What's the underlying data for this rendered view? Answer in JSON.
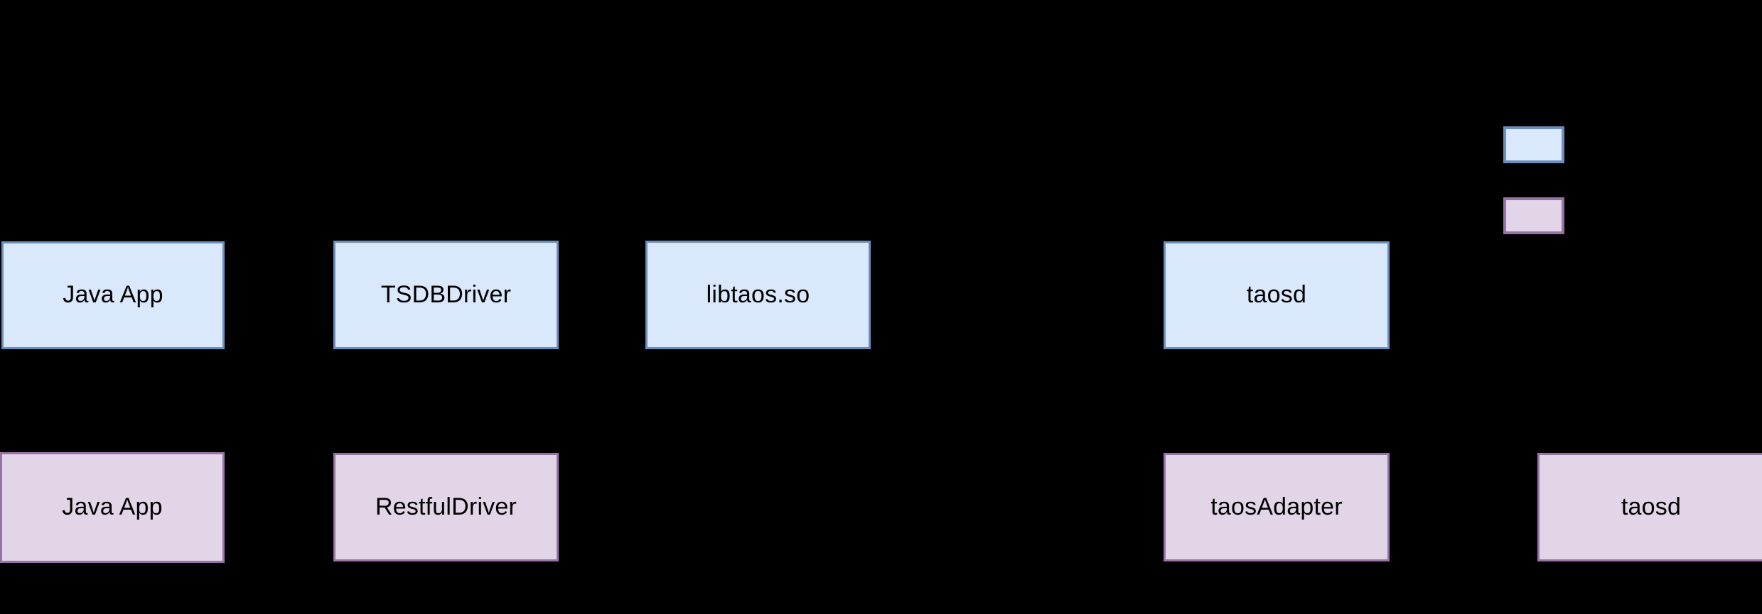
{
  "diagram": {
    "background_color": "#000000",
    "palette": {
      "blue_fill": "#dae8fc",
      "blue_border": "#6c8ebf",
      "pink_fill": "#e1d5e7",
      "pink_border": "#9673a6",
      "text_color": "#000000",
      "connector_color": "#000000"
    },
    "rows": [
      {
        "name": "native-connection-row",
        "style": "blue",
        "nodes": [
          {
            "id": "java-app-native",
            "label": "Java App"
          },
          {
            "id": "tsdb-driver",
            "label": "TSDBDriver"
          },
          {
            "id": "libtaos-so",
            "label": "libtaos.so"
          },
          {
            "id": "taosd-native",
            "label": "taosd"
          }
        ]
      },
      {
        "name": "rest-connection-row",
        "style": "pink",
        "nodes": [
          {
            "id": "java-app-rest",
            "label": "Java App"
          },
          {
            "id": "restful-driver",
            "label": "RestfulDriver"
          },
          {
            "id": "taos-adapter",
            "label": "taosAdapter"
          },
          {
            "id": "taosd-rest",
            "label": "taosd"
          }
        ]
      }
    ],
    "legend": {
      "name": "color-legend",
      "items": [
        {
          "id": "legend-blue",
          "style": "blue",
          "label": ""
        },
        {
          "id": "legend-pink",
          "style": "pink",
          "label": ""
        }
      ]
    },
    "connectors": [
      {
        "id": "conn-javaapp-tsdbdriver",
        "from": "java-app-native",
        "to": "tsdb-driver",
        "direction": "bidirectional"
      },
      {
        "id": "conn-tsdbdriver-libtaos",
        "from": "tsdb-driver",
        "to": "libtaos-so",
        "direction": "bidirectional"
      },
      {
        "id": "conn-libtaos-taosd",
        "from": "libtaos-so",
        "to": "taosd-native",
        "direction": "bidirectional"
      },
      {
        "id": "conn-javaapp-restfuldriver",
        "from": "java-app-rest",
        "to": "restful-driver",
        "direction": "bidirectional"
      },
      {
        "id": "conn-restfuldriver-taosadapter",
        "from": "restful-driver",
        "to": "taos-adapter",
        "direction": "bidirectional"
      },
      {
        "id": "conn-taosadapter-taosd",
        "from": "taos-adapter",
        "to": "taosd-rest",
        "direction": "bidirectional"
      }
    ]
  }
}
